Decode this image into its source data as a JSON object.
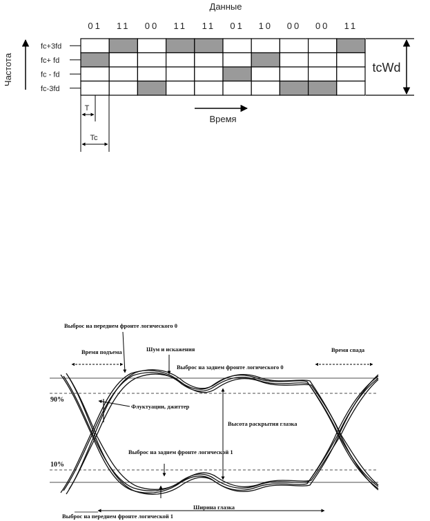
{
  "fsk_diagram": {
    "data_header": "Данные",
    "axis_frequency_label": "Частота",
    "axis_time_label": "Время",
    "symbols": [
      "01",
      "11",
      "00",
      "11",
      "11",
      "01",
      "10",
      "00",
      "00",
      "11"
    ],
    "frequency_rows": [
      "fc+3fd",
      "fc+ fd",
      "fc - fd",
      "fc-3fd"
    ],
    "active_row_per_symbol": [
      1,
      0,
      3,
      0,
      0,
      2,
      1,
      3,
      3,
      0
    ],
    "bandwidth_label": "tcWd",
    "period_label": "T",
    "symbol_period_label": "Tc",
    "cell_fill_color": "#9a9a9a"
  },
  "eye_diagram": {
    "label_overshoot_leading_0": "Выброс на переднем фронте логического 0",
    "label_rise_time": "Время подъема",
    "label_noise": "Шум и искажения",
    "label_overshoot_trailing_0": "Выброс на заднем фронте логического 0",
    "label_fall_time": "Время спада",
    "label_90": "90%",
    "label_jitter": "Флуктуации, джиттер",
    "label_eye_height": "Высота раскрытия глазка",
    "label_overshoot_trailing_1": "Выброс на заднем фронте логической 1",
    "label_10": "10%",
    "label_eye_width": "Ширина глазка",
    "label_overshoot_leading_1": "Выброс на переднем фронте логической 1"
  }
}
